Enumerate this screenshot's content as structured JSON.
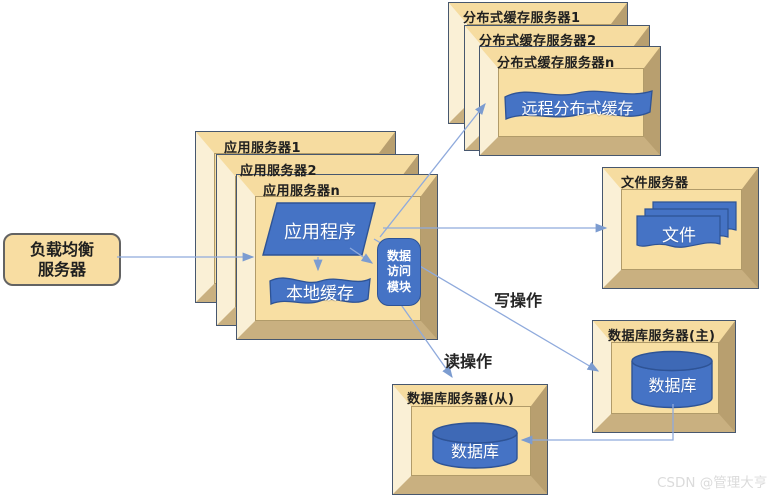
{
  "load_balancer": {
    "line1": "负载均衡",
    "line2": "服务器"
  },
  "app_stack": {
    "titles": [
      "应用服务器1",
      "应用服务器2",
      "应用服务器n"
    ],
    "app_program": "应用程序",
    "local_cache": "本地缓存",
    "data_access_module": {
      "line1": "数据",
      "line2": "访问",
      "line3": "模块"
    }
  },
  "cache_stack": {
    "titles": [
      "分布式缓存服务器1",
      "分布式缓存服务器2",
      "分布式缓存服务器n"
    ],
    "remote_cache": "远程分布式缓存"
  },
  "file_server": {
    "title": "文件服务器",
    "files_label": "文件"
  },
  "db_master": {
    "title": "数据库服务器(主)",
    "db_label": "数据库"
  },
  "db_slave": {
    "title": "数据库服务器(从)",
    "db_label": "数据库"
  },
  "edges": {
    "write_label": "写操作",
    "read_label": "读操作"
  },
  "watermark": "CSDN @管理大亨",
  "colors": {
    "box_fill": "#F8DFA3",
    "bevel_left": "#FAF0D6",
    "bevel_top": "#F6DCA0",
    "bevel_right": "#B89F6F",
    "bevel_bottom": "#C9B080",
    "outer_border": "#47576E",
    "shape_blue": "#4573C5",
    "shape_blue_border": "#2E5395",
    "cylinder_top": "#3E69B6",
    "connector": "#8FAADC",
    "title_text": "#1F1F1F"
  }
}
